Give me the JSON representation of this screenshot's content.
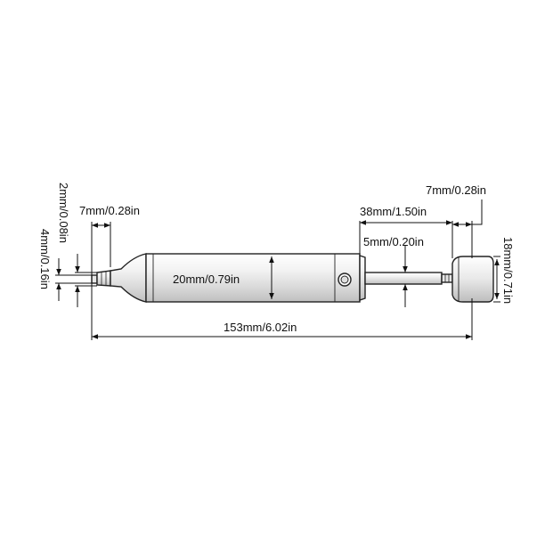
{
  "diagram": {
    "part": "pen-shaped tool with threaded tip and knurled end cap",
    "colors": {
      "stroke": "#222222",
      "body_fill": "#f4f4f4",
      "shade": "#cfcfcf",
      "highlight": "#ffffff"
    },
    "dimensions": {
      "tip_length": "7mm/0.28in",
      "tip_small_dia": "2mm/0.08in",
      "tip_large_dia": "4mm/0.16in",
      "body_dia": "20mm/0.79in",
      "shaft_length": "38mm/1.50in",
      "shaft_dia": "5mm/0.20in",
      "cap_length": "7mm/0.28in",
      "cap_dia": "18mm/0.71in",
      "overall_length": "153mm/6.02in"
    }
  }
}
